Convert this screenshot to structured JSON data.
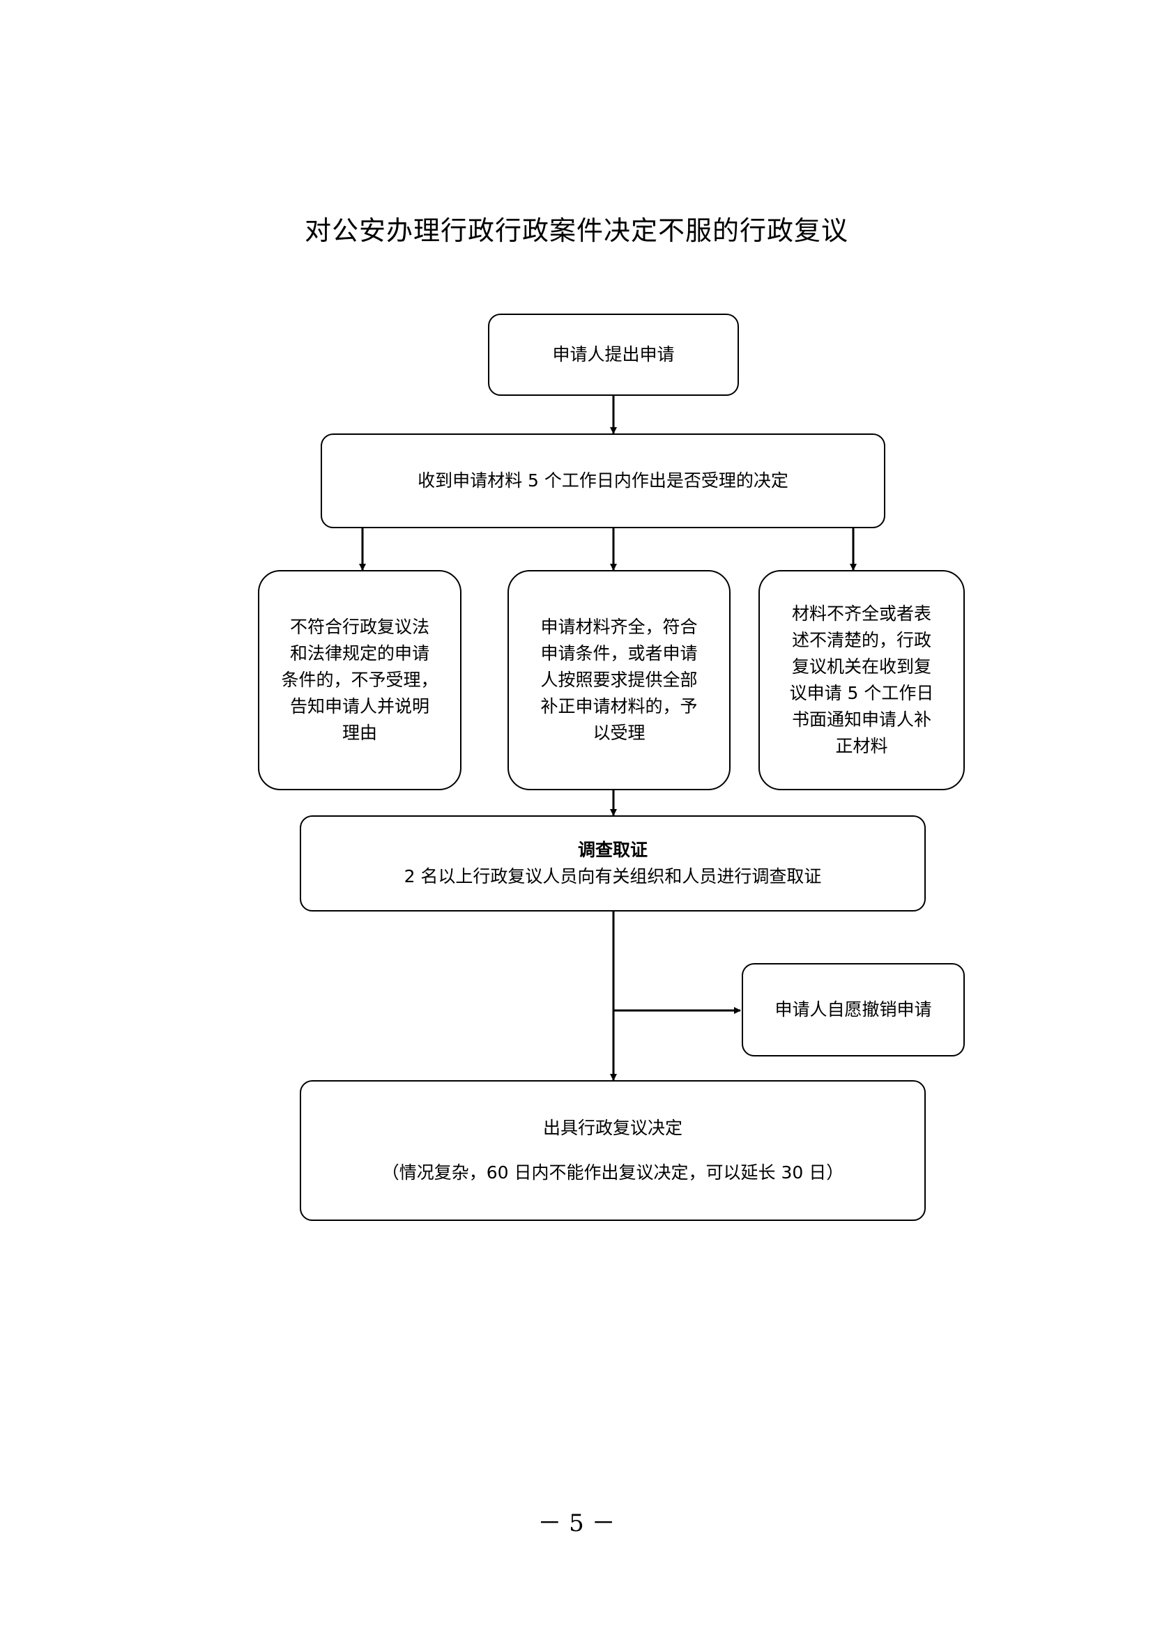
{
  "title": "对公安办理行政行政案件决定不服的行政复议",
  "nodes": {
    "apply": "申请人提出申请",
    "decide_accept": "收到申请材料 5 个工作日内作出是否受理的决定",
    "reject": [
      "不符合行政复议法",
      "和法律规定的申请",
      "条件的，不予受理，",
      "告知申请人并说明",
      "理由"
    ],
    "accept": [
      "申请材料齐全，符合",
      "申请条件，或者申请",
      "人按照要求提供全部",
      "补正申请材料的，予",
      "以受理"
    ],
    "supplement": [
      "材料不齐全或者表",
      "述不清楚的，行政",
      "复议机关在收到复",
      "议申请 5 个工作日",
      "书面通知申请人补",
      "正材料"
    ],
    "investigate": {
      "heading": "调查取证",
      "text": "2 名以上行政复议人员向有关组织和人员进行调查取证"
    },
    "withdraw": "申请人自愿撤销申请",
    "final": {
      "heading": "出具行政复议决定",
      "note": "（情况复杂，60 日内不能作出复议决定，可以延长 30 日）"
    }
  },
  "page_number": "－ 5 －"
}
